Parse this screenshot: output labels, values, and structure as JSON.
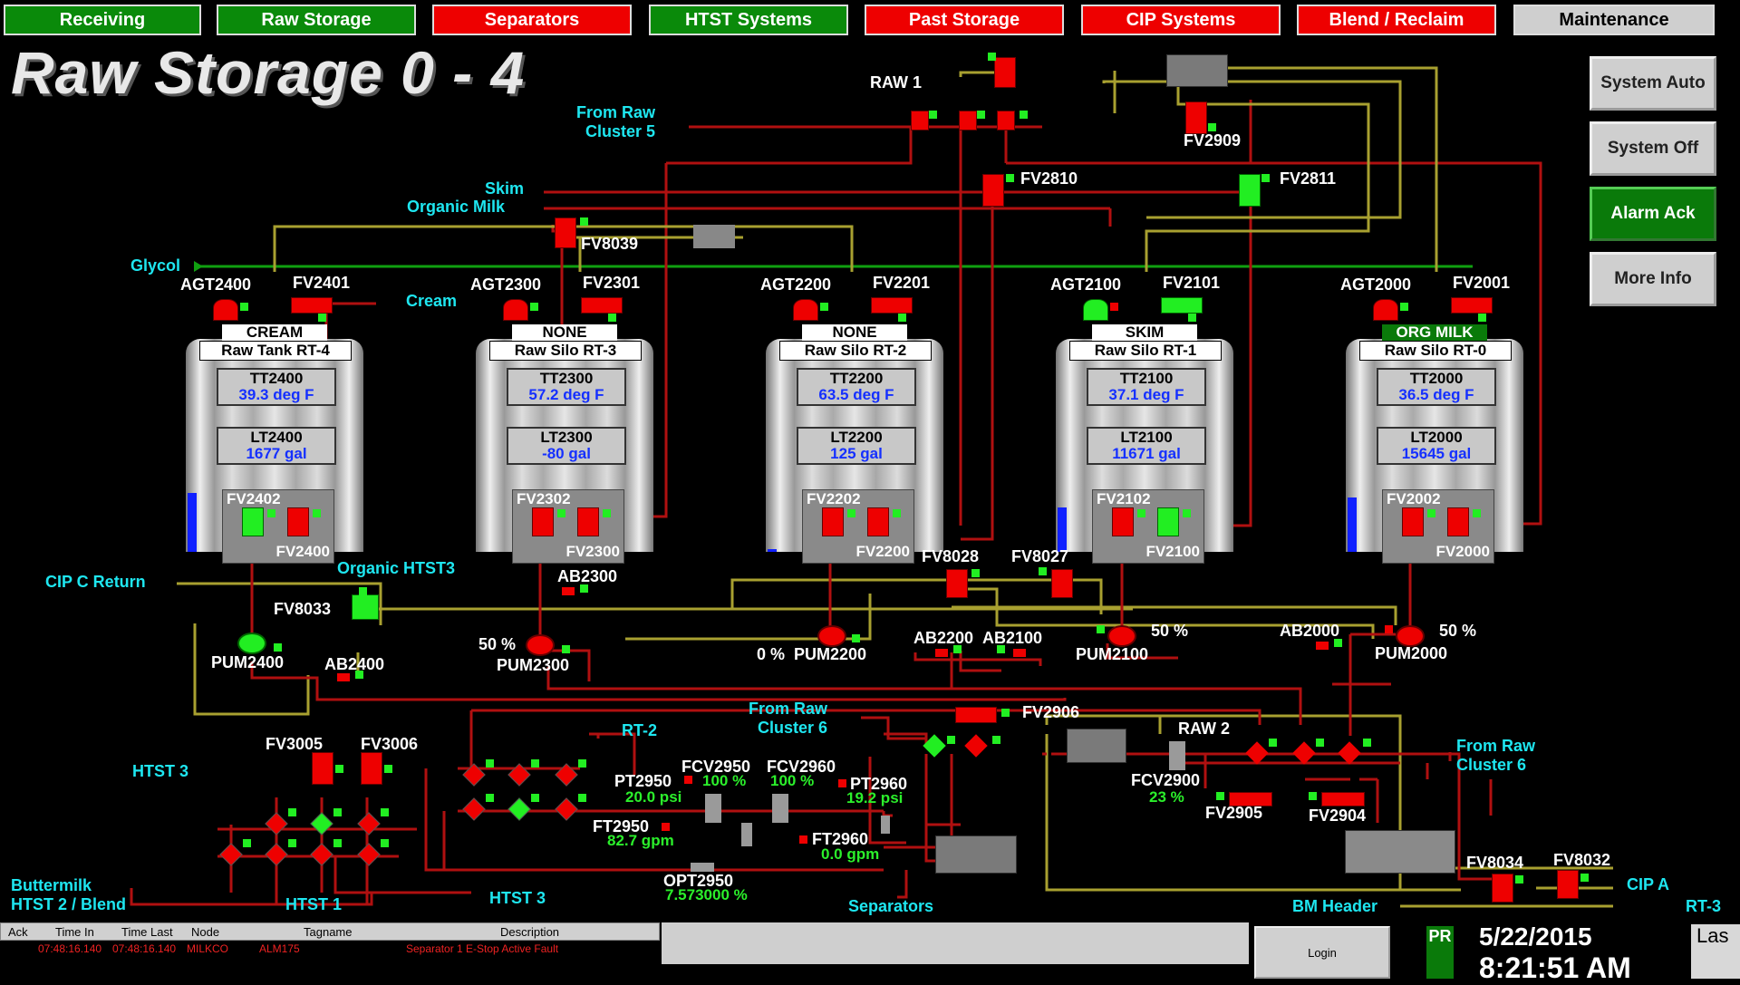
{
  "nav": {
    "tabs": [
      {
        "label": "Receiving",
        "color": "green"
      },
      {
        "label": "Raw Storage",
        "color": "green"
      },
      {
        "label": "Separators",
        "color": "red"
      },
      {
        "label": "HTST Systems",
        "color": "green"
      },
      {
        "label": "Past Storage",
        "color": "red"
      },
      {
        "label": "CIP Systems",
        "color": "red"
      },
      {
        "label": "Blend / Reclaim",
        "color": "red"
      },
      {
        "label": "Maintenance",
        "color": "gray"
      }
    ]
  },
  "page": {
    "title": "Raw Storage 0 - 4"
  },
  "side_buttons": {
    "system_auto": "System Auto",
    "system_off": "System Off",
    "alarm_ack": "Alarm Ack",
    "more_info": "More Info"
  },
  "tanks": [
    {
      "product": "CREAM",
      "name": "Raw Tank RT-4",
      "agt": "AGT2400",
      "fv_top": "FV2401",
      "tt_tag": "TT2400",
      "tt_val": "39.3 deg F",
      "lt_tag": "LT2400",
      "lt_val": "1677 gal",
      "fv_a": "FV2402",
      "fv_b": "FV2400",
      "level_pct": 25
    },
    {
      "product": "NONE",
      "name": "Raw Silo RT-3",
      "agt": "AGT2300",
      "fv_top": "FV2301",
      "tt_tag": "TT2300",
      "tt_val": "57.2 deg F",
      "lt_tag": "LT2300",
      "lt_val": "-80  gal",
      "fv_a": "FV2302",
      "fv_b": "FV2300",
      "level_pct": 0
    },
    {
      "product": "NONE",
      "name": "Raw Silo RT-2",
      "agt": "AGT2200",
      "fv_top": "FV2201",
      "tt_tag": "TT2200",
      "tt_val": "63.5 deg F",
      "lt_tag": "LT2200",
      "lt_val": "125  gal",
      "fv_a": "FV2202",
      "fv_b": "FV2200",
      "level_pct": 1
    },
    {
      "product": "SKIM",
      "name": "Raw Silo RT-1",
      "agt": "AGT2100",
      "fv_top": "FV2101",
      "tt_tag": "TT2100",
      "tt_val": "37.1 deg F",
      "lt_tag": "LT2100",
      "lt_val": "11671  gal",
      "fv_a": "FV2102",
      "fv_b": "FV2100",
      "level_pct": 19
    },
    {
      "product": "ORG MILK",
      "name": "Raw Silo RT-0",
      "agt": "AGT2000",
      "fv_top": "FV2001",
      "tt_tag": "TT2000",
      "tt_val": "36.5 deg F",
      "lt_tag": "LT2000",
      "lt_val": "15645  gal",
      "fv_a": "FV2002",
      "fv_b": "FV2000",
      "level_pct": 23
    }
  ],
  "labels": {
    "raw1": "RAW 1",
    "raw2": "RAW 2",
    "from_raw_c5": "From Raw\nCluster 5",
    "skim": "Skim",
    "organic_milk": "Organic Milk",
    "glycol": "Glycol",
    "cream": "Cream",
    "fv2909": "FV2909",
    "fv2810": "FV2810",
    "fv2811": "FV2811",
    "fv8039": "FV8039",
    "cip_c_return": "CIP C Return",
    "organic_htst3": "Organic HTST3",
    "fv8033": "FV8033",
    "ab2300": "AB2300",
    "fv8028": "FV8028",
    "fv8027": "FV8027",
    "pum2400": "PUM2400",
    "ab2400": "AB2400",
    "pum2300": "PUM2300",
    "pum2300_pct": "50 %",
    "pum2200": "PUM2200",
    "pum2200_pct": "0 %",
    "ab2200": "AB2200",
    "ab2100": "AB2100",
    "pum2100": "PUM2100",
    "pum2100_pct": "50 %",
    "ab2000": "AB2000",
    "pum2000": "PUM2000",
    "pum2000_pct": "50 %",
    "from_raw_c6a": "From Raw\nCluster 6",
    "fv2906": "FV2906",
    "from_raw_c6b": "From Raw\nCluster 6",
    "rt2": "RT-2",
    "fv3005": "FV3005",
    "fv3006": "FV3006",
    "htst3_a": "HTST 3",
    "pt2950": "PT2950",
    "pt2950_val": "20.0 psi",
    "fcv2950": "FCV2950",
    "fcv2950_val": "100 %",
    "fcv2960": "FCV2960",
    "fcv2960_val": "100 %",
    "pt2960": "PT2960",
    "pt2960_val": "19.2 psi",
    "ft2950": "FT2950",
    "ft2950_val": "82.7 gpm",
    "ft2960": "FT2960",
    "ft2960_val": "0.0 gpm",
    "opt2950": "OPT2950",
    "opt2950_val": "7.573000 %",
    "fcv2900": "FCV2900",
    "fcv2900_val": "23 %",
    "fv2905": "FV2905",
    "fv2904": "FV2904",
    "buttermilk": "Buttermilk",
    "htst2_blend": "HTST 2 / Blend",
    "htst1": "HTST 1",
    "htst3_b": "HTST 3",
    "separators": "Separators",
    "bm_header": "BM Header",
    "fv8034": "FV8034",
    "fv8032": "FV8032",
    "cip_a": "CIP A",
    "rt3": "RT-3"
  },
  "alarm_table": {
    "headers": [
      "Ack",
      "Time In",
      "Time Last",
      "Node",
      "Tagname",
      "Description"
    ],
    "rows": [
      {
        "time_in": "07:48:16.140",
        "time_last": "07:48:16.140",
        "node": "MILKCO",
        "tag": "ALM175",
        "desc": "Separator 1 E-Stop Active Fault"
      }
    ]
  },
  "status": {
    "login": "Login",
    "pr": "PR",
    "date": "5/22/2015",
    "time": "8:21:51 AM",
    "last": "Las"
  },
  "colors": {
    "pipe_red": "#b01010",
    "pipe_olive": "#a8a030",
    "glycol_green": "#10a010",
    "cyan": "#1ee6f0"
  }
}
